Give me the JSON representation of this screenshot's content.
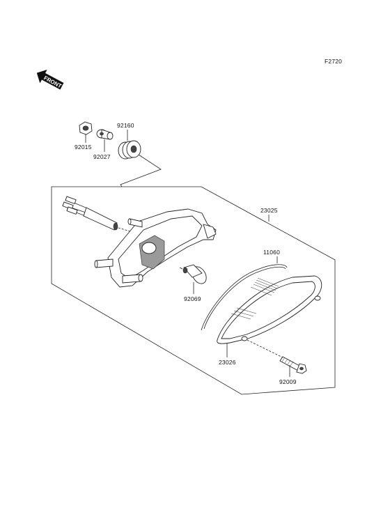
{
  "figure_code": "F2720",
  "front_label": "FRONT",
  "parts": {
    "nut": "92015",
    "collar": "92027",
    "grommet": "92160",
    "lamp_assembly": "23025",
    "gasket": "11060",
    "bulb": "92069",
    "lens": "23026",
    "screw": "92009"
  },
  "colors": {
    "line": "#222222",
    "fill": "#ffffff",
    "shade": "#9a9a9a"
  }
}
